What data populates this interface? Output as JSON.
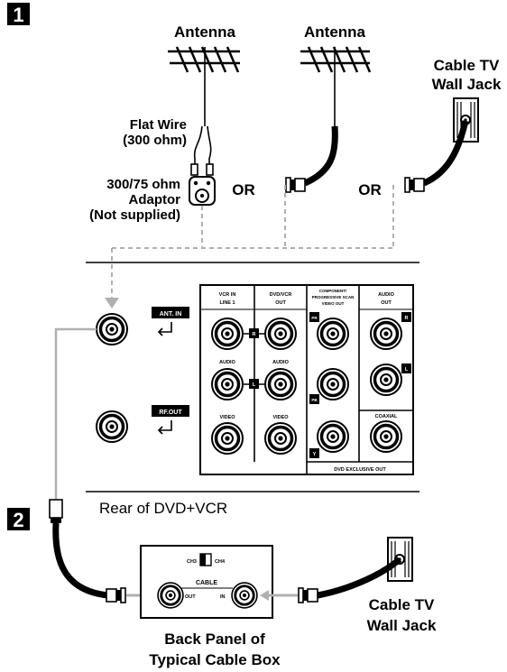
{
  "steps": {
    "step1": "1",
    "step2": "2"
  },
  "antenna_left": "Antenna",
  "antenna_right": "Antenna",
  "cable_tv_jack_top": {
    "line1": "Cable TV",
    "line2": "Wall Jack"
  },
  "flat_wire": {
    "line1": "Flat Wire",
    "line2": "(300 ohm)"
  },
  "adaptor": {
    "line1": "300/75 ohm",
    "line2": "Adaptor",
    "line3": "(Not supplied)"
  },
  "or_labels": [
    "OR",
    "OR"
  ],
  "dvd_vcr": {
    "ant_in": "ANT. IN",
    "rf_out": "RF.OUT",
    "rear_caption": "Rear of DVD+VCR",
    "panel": {
      "vcr_in": {
        "line1": "VCR IN",
        "line2": "LINE 1"
      },
      "dvd_vcr_out": {
        "line1": "DVD/VCR",
        "line2": "OUT"
      },
      "component": {
        "line1": "COMPONENT/",
        "line2": "PROGRESSIVE SCAN",
        "line3": "VIDEO OUT"
      },
      "audio_out": {
        "line1": "AUDIO",
        "line2": "OUT"
      },
      "audio_left": "AUDIO",
      "audio_mid": "AUDIO",
      "video_left": "VIDEO",
      "video_mid": "VIDEO",
      "coaxial": "COAXIAL",
      "dvd_exclusive_out": "DVD EXCLUSIVE OUT",
      "badge_r": "R",
      "badge_l": "L",
      "badge_pr": "PR",
      "badge_pb": "PB",
      "badge_y": "Y"
    }
  },
  "cable_box": {
    "ch3": "CH3",
    "ch4": "CH4",
    "cable": "CABLE",
    "out": "OUT",
    "in": "IN",
    "caption_line1": "Back Panel of",
    "caption_line2": "Typical Cable Box"
  },
  "cable_tv_jack_bottom": {
    "line1": "Cable TV",
    "line2": "Wall Jack"
  }
}
